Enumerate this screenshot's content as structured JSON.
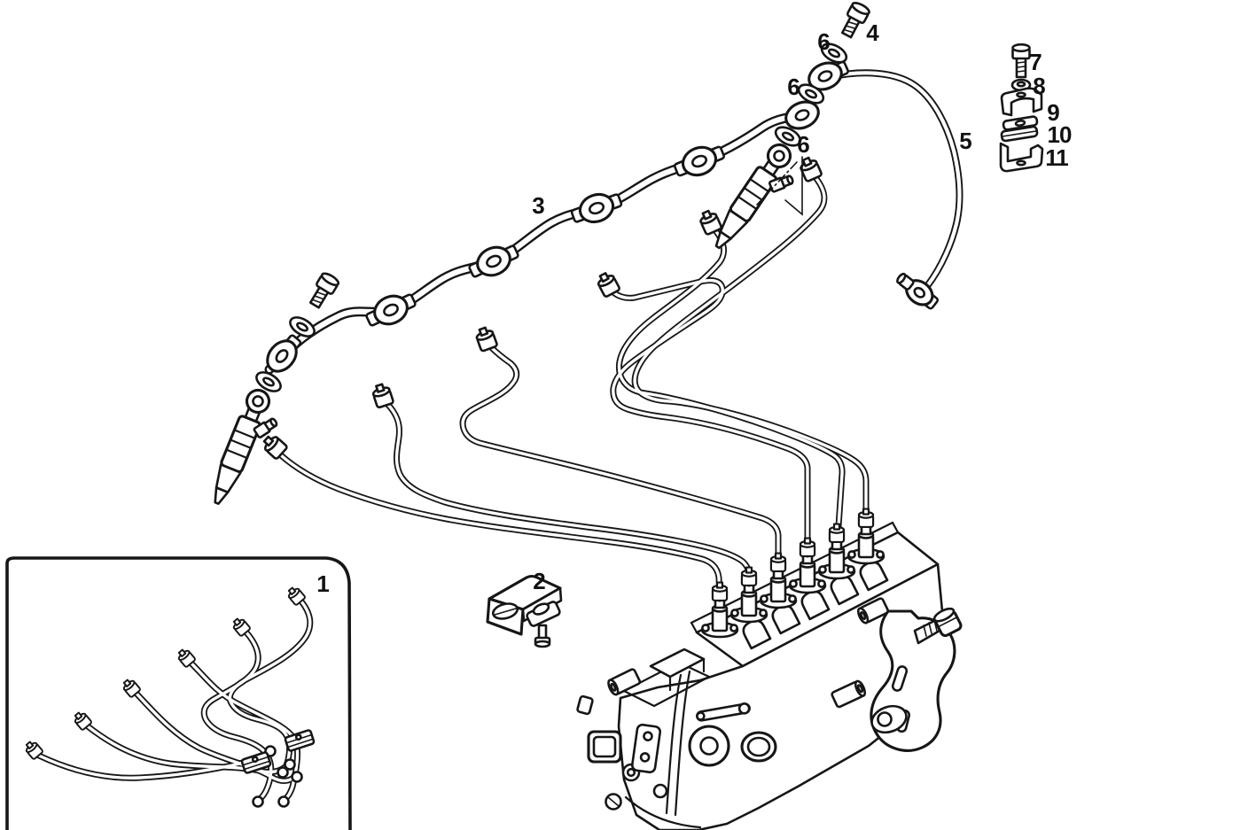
{
  "diagram": {
    "background_color": "#ffffff",
    "line_color": "#161616",
    "callouts": [
      {
        "id": "callout-1",
        "label": "1"
      },
      {
        "id": "callout-2",
        "label": "2"
      },
      {
        "id": "callout-3",
        "label": "3"
      },
      {
        "id": "callout-4",
        "label": "4"
      },
      {
        "id": "callout-5",
        "label": "5"
      },
      {
        "id": "callout-6a",
        "label": "6"
      },
      {
        "id": "callout-6b",
        "label": "6"
      },
      {
        "id": "callout-6c",
        "label": "6"
      },
      {
        "id": "callout-7",
        "label": "7"
      },
      {
        "id": "callout-8",
        "label": "8"
      },
      {
        "id": "callout-9",
        "label": "9"
      },
      {
        "id": "callout-10",
        "label": "10"
      },
      {
        "id": "callout-11",
        "label": "11"
      }
    ]
  }
}
